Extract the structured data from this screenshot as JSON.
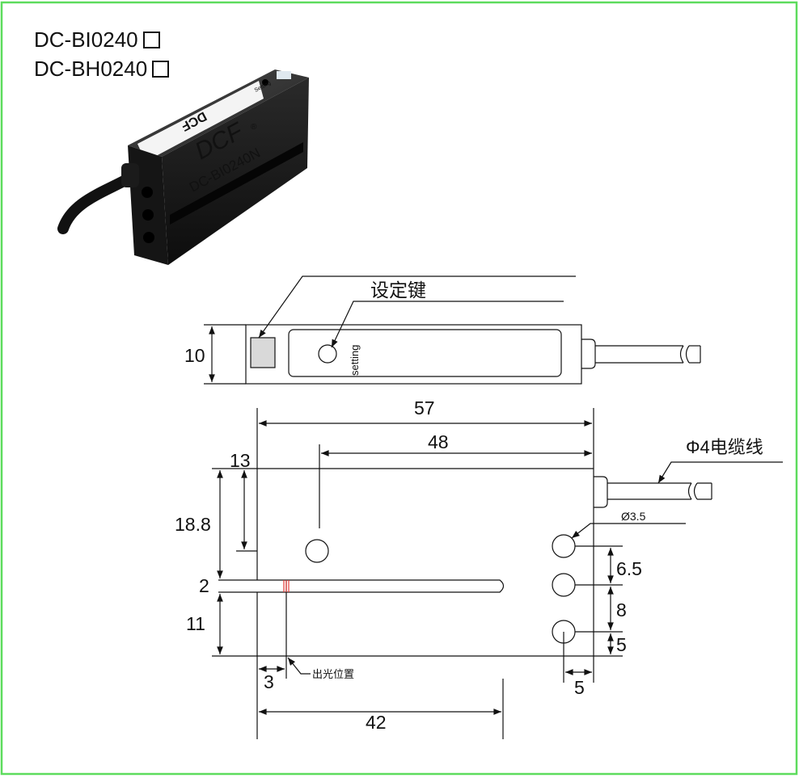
{
  "models": [
    "DC-BI0240",
    "DC-BH0240"
  ],
  "photo": {
    "brand": "DCF",
    "registered": "®",
    "model_print": "DC-BI0240N",
    "button_label": "Setting"
  },
  "top_view": {
    "setting_key_label": "设定键",
    "setting_text": "setting",
    "height_dim": "10"
  },
  "front_view": {
    "dim_total_length": "57",
    "dim_hole_offset": "48",
    "dim_top_height": "13",
    "dim_upper_height": "18.8",
    "dim_slot_width": "2",
    "dim_lower_height": "11",
    "dim_light_offset": "3",
    "dim_slot_depth": "42",
    "dim_hole_pitch_1": "6.5",
    "dim_hole_pitch_2": "8",
    "dim_hole_bottom": "5",
    "dim_hole_edge": "5",
    "hole_diameter": "Ø3.5",
    "cable_label": "Φ4电缆线",
    "light_position_label": "出光位置"
  },
  "colors": {
    "frame": "#5ddc5d",
    "line": "#111111",
    "light_mark": "#e53935"
  }
}
